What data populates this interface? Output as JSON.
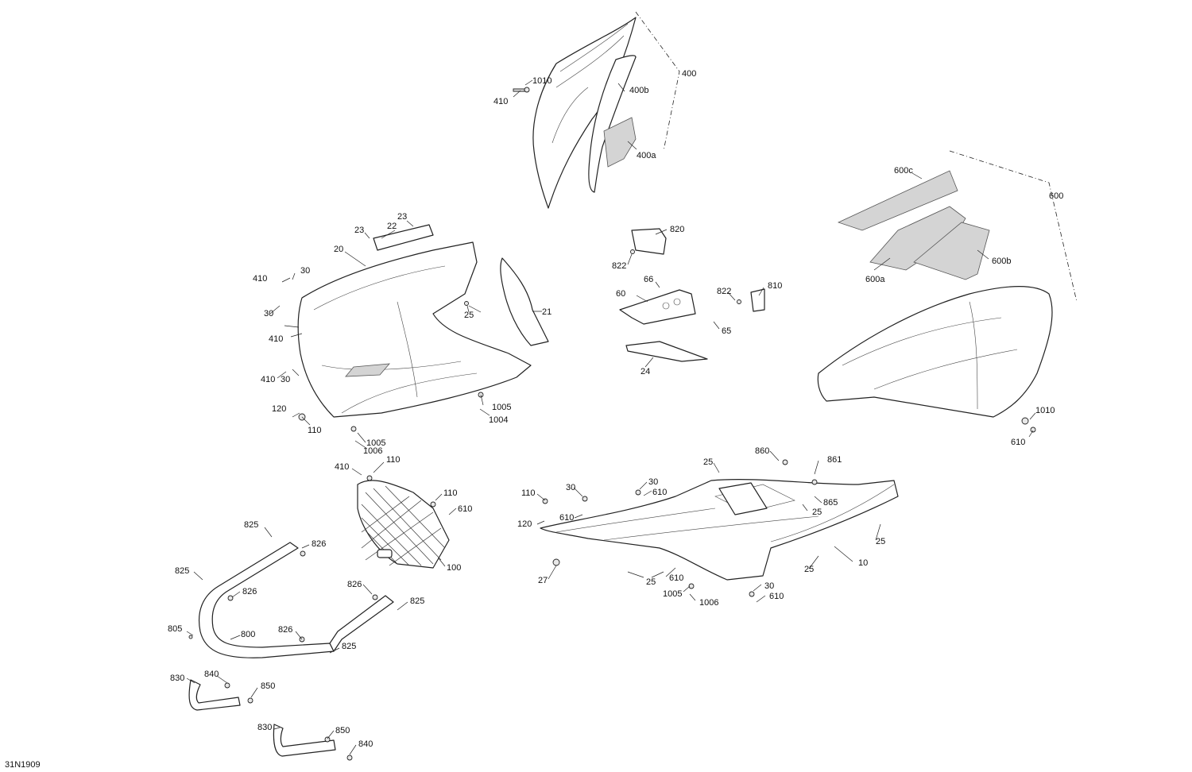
{
  "diagram_id": "31N1909",
  "callouts": {
    "c400": "400",
    "c400a": "400a",
    "c400b": "400b",
    "c1010_top": "1010",
    "c410_top": "410",
    "c600": "600",
    "c600a": "600a",
    "c600b": "600b",
    "c600c": "600c",
    "c1010_right": "1010",
    "c610_right": "610",
    "c20": "20",
    "c21": "21",
    "c22": "22",
    "c23a": "23",
    "c23b": "23",
    "c25_upper": "25",
    "c30a": "30",
    "c30b": "30",
    "c30c": "30",
    "c410a": "410",
    "c410b": "410",
    "c410c": "410",
    "c1005a": "1005",
    "c1004": "1004",
    "c1005b": "1005",
    "c1006a": "1006",
    "c120a": "120",
    "c110a": "110",
    "c820": "820",
    "c822a": "822",
    "c822b": "822",
    "c810": "810",
    "c60": "60",
    "c66": "66",
    "c65": "65",
    "c24": "24",
    "c410d": "410",
    "c110b": "110",
    "c110c": "110",
    "c610a": "610",
    "c100": "100",
    "c825a": "825",
    "c826a": "826",
    "c825b": "825",
    "c826b": "826",
    "c826c": "826",
    "c825c": "825",
    "c805": "805",
    "c800": "800",
    "c826d": "826",
    "c825d": "825",
    "c830a": "830",
    "c840a": "840",
    "c850a": "850",
    "c830b": "830",
    "c850b": "850",
    "c840b": "840",
    "c27": "27",
    "c110d": "110",
    "c120b": "120",
    "c30d": "30",
    "c610b": "610",
    "c30e": "30",
    "c610c": "610",
    "c25a": "25",
    "c860": "860",
    "c861": "861",
    "c25b": "25",
    "c865": "865",
    "c10": "10",
    "c25c": "25",
    "c25d": "25",
    "c25e": "25",
    "c610d": "610",
    "c1005c": "1005",
    "c1006b": "1006",
    "c30f": "30",
    "c610e": "610"
  }
}
